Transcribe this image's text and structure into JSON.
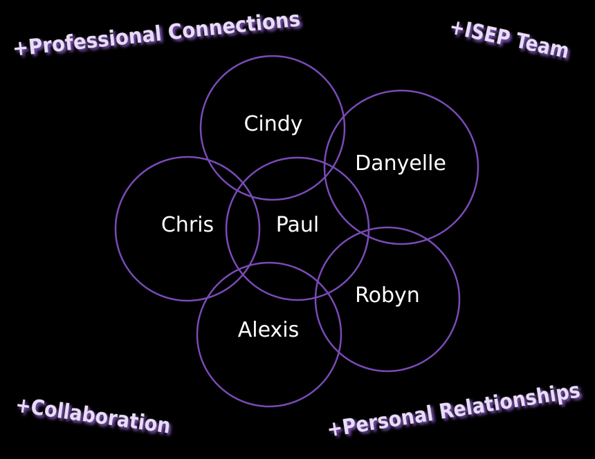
{
  "diagram": {
    "circle_color": "#7a4bb8",
    "label_color": "#ffffff",
    "corner_color": "#e9dcf7",
    "glow_color": "#8a5cc9",
    "background": "#000000",
    "people": [
      {
        "key": "cindy",
        "name": "Cindy"
      },
      {
        "key": "danyelle",
        "name": "Danyelle"
      },
      {
        "key": "chris",
        "name": "Chris"
      },
      {
        "key": "paul",
        "name": "Paul"
      },
      {
        "key": "robyn",
        "name": "Robyn"
      },
      {
        "key": "alexis",
        "name": "Alexis"
      }
    ],
    "benefits": [
      {
        "key": "professional",
        "text": "+Professional Connections"
      },
      {
        "key": "isep",
        "text": "+ISEP Team"
      },
      {
        "key": "collaboration",
        "text": "+Collaboration"
      },
      {
        "key": "personal",
        "text": "+Personal Relationships"
      }
    ]
  }
}
